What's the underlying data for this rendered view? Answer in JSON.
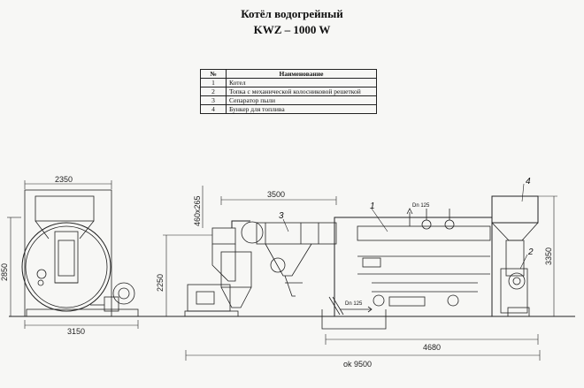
{
  "title": {
    "line1": "Котёл  водогрейный",
    "line2": "KWZ – 1000 W"
  },
  "legend": {
    "header_num": "№",
    "header_name": "Наименование",
    "rows": [
      {
        "num": "1",
        "name": "Котел"
      },
      {
        "num": "2",
        "name": "Топка с механической колосниковой решеткой"
      },
      {
        "num": "3",
        "name": "Сепаратор пыли"
      },
      {
        "num": "4",
        "name": "Бункер для топлива"
      }
    ]
  },
  "dimensions": {
    "side_width": "2350",
    "side_height": "2850",
    "side_base": "3150",
    "main_height_left": "2250",
    "separator_size": "460x265",
    "separator_length": "3500",
    "main_height_right": "3350",
    "boiler_length": "4680",
    "total_length": "ok 9500",
    "pipe_top": "Dn 125",
    "pipe_bottom": "Dn 125"
  },
  "callouts": {
    "c1": "1",
    "c2": "2",
    "c3": "3",
    "c4": "4"
  }
}
